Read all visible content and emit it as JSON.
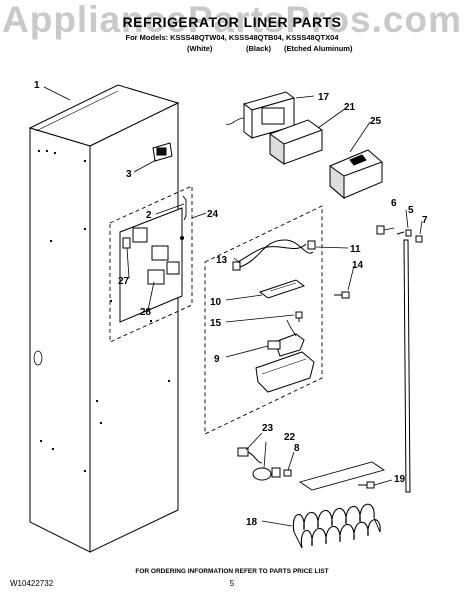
{
  "watermark": "AppliancePartsPros.com",
  "header": {
    "title": "REFRIGERATOR LINER PARTS",
    "models_line": "For Models: KSSS48QTW04, KSSS48QTB04, KSSS48QTX04",
    "variants": [
      "(White)",
      "(Black)",
      "(Etched Aluminum)"
    ]
  },
  "callouts": [
    "1",
    "17",
    "21",
    "25",
    "3",
    "2",
    "24",
    "6",
    "5",
    "7",
    "11",
    "13",
    "27",
    "14",
    "10",
    "28",
    "15",
    "9",
    "23",
    "22",
    "8",
    "19",
    "18"
  ],
  "footer": {
    "order_info": "FOR ORDERING INFORMATION REFER TO PARTS PRICE LIST",
    "doc_number": "W10422732",
    "page_number": "5"
  }
}
